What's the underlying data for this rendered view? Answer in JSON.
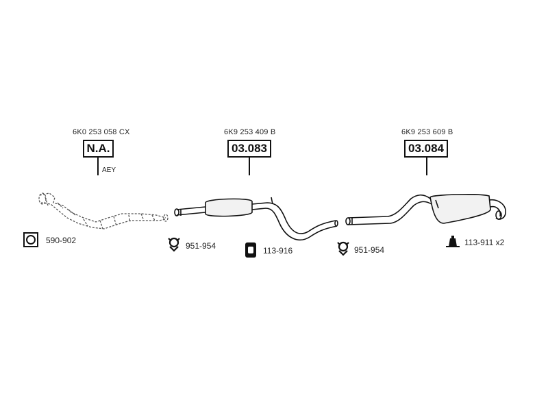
{
  "assemblies": [
    {
      "oem": "6K0 253 058 CX",
      "part": "N.A.",
      "engine_code": "AEY"
    },
    {
      "oem": "6K9 253 409 B",
      "part": "03.083"
    },
    {
      "oem": "6K9 253 609 B",
      "part": "03.084"
    }
  ],
  "accessories": [
    {
      "label": "590-902",
      "icon": "gasket-icon"
    },
    {
      "label": "951-954",
      "icon": "clamp-icon"
    },
    {
      "label": "113-916",
      "icon": "rubber-mount-icon"
    },
    {
      "label": "951-954",
      "icon": "clamp-icon"
    },
    {
      "label": "113-911 x2",
      "icon": "hanger-icon"
    }
  ]
}
